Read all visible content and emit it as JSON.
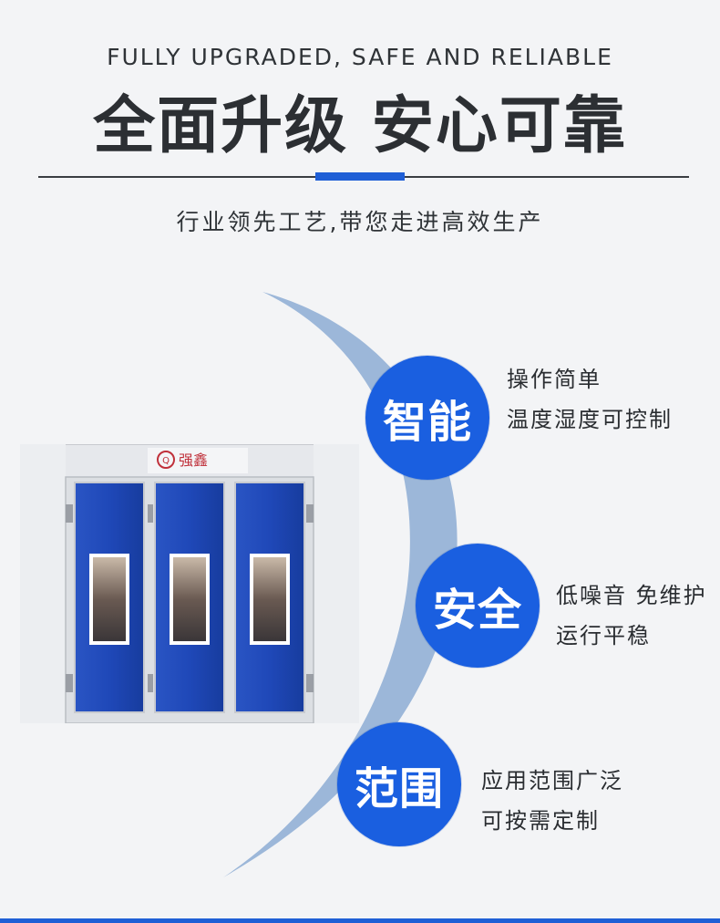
{
  "header": {
    "eyebrow": "FULLY UPGRADED, SAFE AND RELIABLE",
    "headline": "全面升级 安心可靠",
    "tagline": "行业领先工艺,带您走进高效生产"
  },
  "product": {
    "brand_logo": "强鑫"
  },
  "features": [
    {
      "title": "智能",
      "lines": [
        "操作简单",
        "温度湿度可控制"
      ]
    },
    {
      "title": "安全",
      "lines": [
        "低噪音 免维护",
        "运行平稳"
      ]
    },
    {
      "title": "范围",
      "lines": [
        "应用范围广泛",
        "可按需定制"
      ]
    }
  ],
  "colors": {
    "accent_blue": "#1f5fd6",
    "circle_blue": "#1a5fe0",
    "arc_blue": "#9cb7d9",
    "door_blue": "#1f48b8"
  }
}
